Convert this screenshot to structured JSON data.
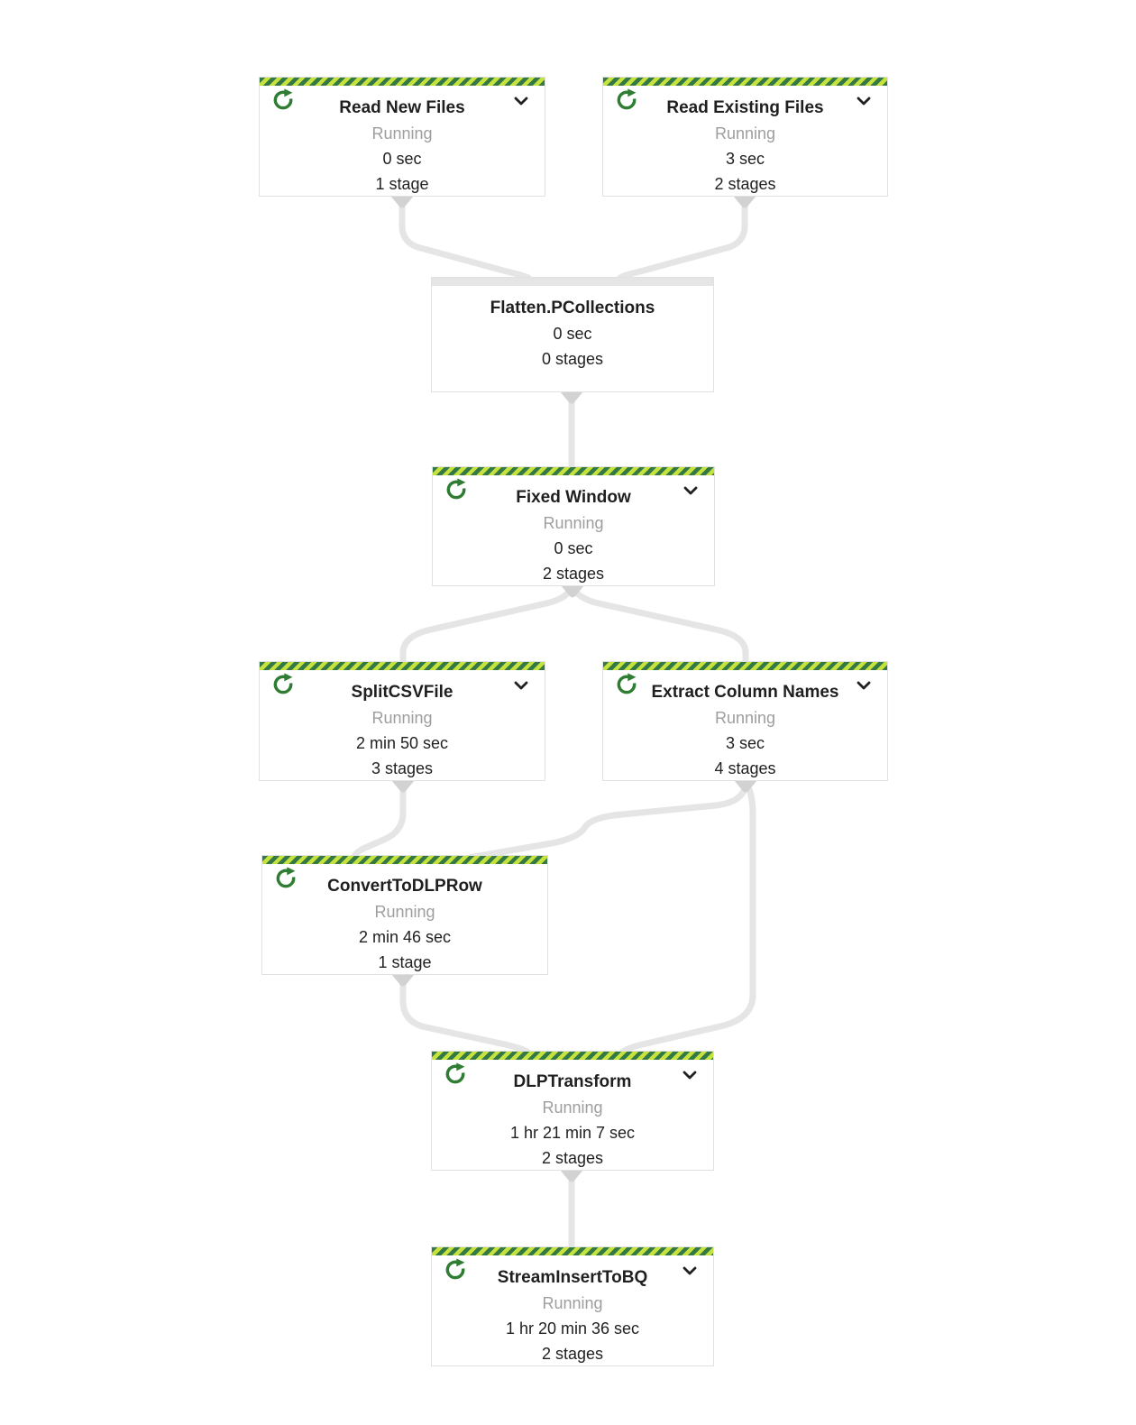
{
  "app": {
    "view": "Dataflow job graph"
  },
  "colors": {
    "stripe_dark": "#347846",
    "stripe_light": "#c5e23e",
    "running_icon_green": "#2e7d32",
    "edge_gray": "#e5e5e5",
    "nub_gray": "#d2d2d2",
    "title_text": "#1f1f1f",
    "status_text": "#9e9e9e"
  },
  "icons": {
    "running": "rotate-right-icon",
    "expand": "chevron-down-icon"
  },
  "nodes": [
    {
      "id": "read-new-files",
      "title": "Read New Files",
      "status": "Running",
      "duration": "0 sec",
      "stages": "1 stage"
    },
    {
      "id": "read-existing-files",
      "title": "Read Existing Files",
      "status": "Running",
      "duration": "3 sec",
      "stages": "2 stages"
    },
    {
      "id": "flatten-pcollections",
      "title": "Flatten.PCollections",
      "status": "",
      "duration": "0 sec",
      "stages": "0 stages"
    },
    {
      "id": "fixed-window",
      "title": "Fixed Window",
      "status": "Running",
      "duration": "0 sec",
      "stages": "2 stages"
    },
    {
      "id": "splitcsvfile",
      "title": "SplitCSVFile",
      "status": "Running",
      "duration": "2 min 50 sec",
      "stages": "3 stages"
    },
    {
      "id": "extract-column-names",
      "title": "Extract Column Names",
      "status": "Running",
      "duration": "3 sec",
      "stages": "4 stages"
    },
    {
      "id": "converttodlprow",
      "title": "ConvertToDLPRow",
      "status": "Running",
      "duration": "2 min 46 sec",
      "stages": "1 stage"
    },
    {
      "id": "dlptransform",
      "title": "DLPTransform",
      "status": "Running",
      "duration": "1 hr 21 min 7 sec",
      "stages": "2 stages"
    },
    {
      "id": "streaminserttobq",
      "title": "StreamInsertToBQ",
      "status": "Running",
      "duration": "1 hr 20 min 36 sec",
      "stages": "2 stages"
    }
  ],
  "edges": [
    {
      "from": "read-new-files",
      "to": "flatten-pcollections"
    },
    {
      "from": "read-existing-files",
      "to": "flatten-pcollections"
    },
    {
      "from": "flatten-pcollections",
      "to": "fixed-window"
    },
    {
      "from": "fixed-window",
      "to": "splitcsvfile"
    },
    {
      "from": "fixed-window",
      "to": "extract-column-names"
    },
    {
      "from": "splitcsvfile",
      "to": "converttodlprow"
    },
    {
      "from": "extract-column-names",
      "to": "converttodlprow"
    },
    {
      "from": "extract-column-names",
      "to": "dlptransform"
    },
    {
      "from": "converttodlprow",
      "to": "dlptransform"
    },
    {
      "from": "dlptransform",
      "to": "streaminserttobq"
    }
  ]
}
